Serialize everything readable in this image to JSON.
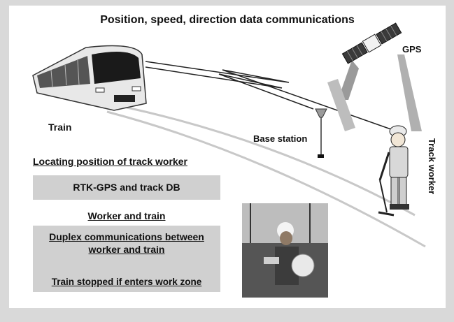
{
  "title": "Position, speed, direction data communications",
  "labels": {
    "gps": "GPS",
    "train": "Train",
    "base_station": "Base station",
    "track_worker": "Track worker"
  },
  "left_panel": {
    "heading1": "Locating position of track worker",
    "box1": "RTK-GPS and track DB",
    "heading2": "Worker and train",
    "box2_line1": "Duplex communications between",
    "box2_line2": "worker and train",
    "box2_line3": "Train stopped if enters work zone"
  },
  "icons": [
    "train-icon",
    "gps-satellite-icon",
    "base-station-icon",
    "track-worker-icon",
    "lightning-signal-icon",
    "down-arrow-icon",
    "worker-photo"
  ]
}
